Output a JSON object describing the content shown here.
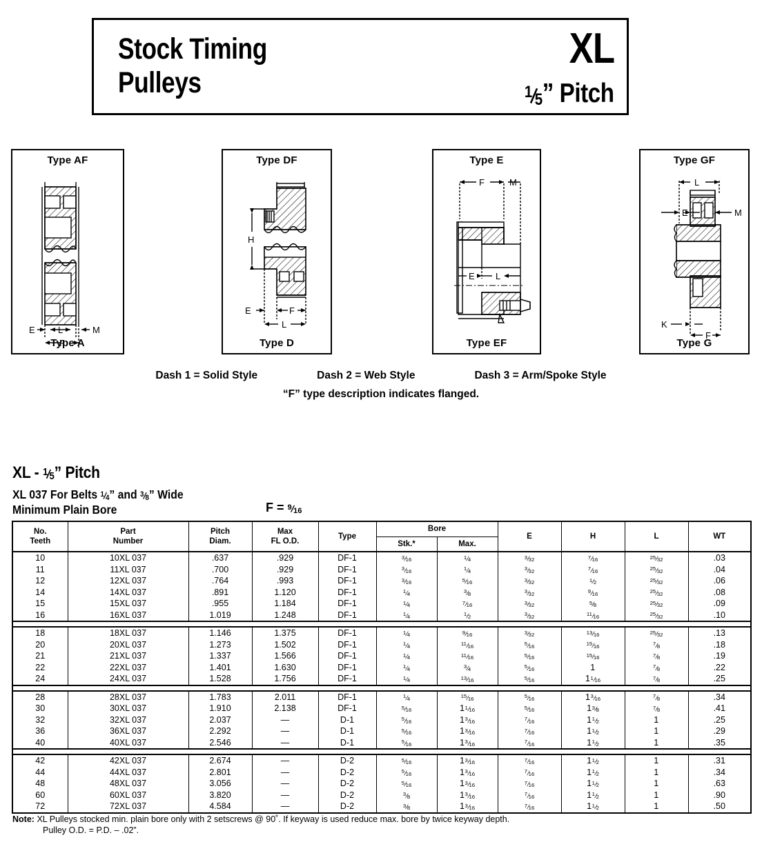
{
  "header": {
    "title": "Stock Timing\nPulleys",
    "code": "XL",
    "pitch_prefix": "",
    "pitch_num": "1",
    "pitch_den": "5",
    "pitch_suffix": "” Pitch"
  },
  "diagrams": [
    {
      "id": "af",
      "top_label": "Type AF",
      "bottom_label": "Type A",
      "dim_labels": [
        "E",
        "L",
        "M",
        "F"
      ]
    },
    {
      "id": "df",
      "top_label": "Type DF",
      "bottom_label": "Type D",
      "dim_labels": [
        "H",
        "E",
        "F",
        "L"
      ]
    },
    {
      "id": "e",
      "top_label": "Type E",
      "bottom_label": "Type EF",
      "dim_labels": [
        "F",
        "M",
        "E",
        "L"
      ]
    },
    {
      "id": "gf",
      "top_label": "Type GF",
      "bottom_label": "Type G",
      "dim_labels": [
        "L",
        "E",
        "M",
        "K",
        "F"
      ]
    }
  ],
  "dash_notes": {
    "dash1": "Dash 1 = Solid Style",
    "dash2": "Dash 2 = Web Style",
    "dash3": "Dash 3 = Arm/Spoke Style",
    "flange_note": "“F” type description indicates flanged."
  },
  "section": {
    "title_prefix": "XL - ",
    "title_num": "1",
    "title_den": "5",
    "title_suffix": "” Pitch",
    "sub1_a": "XL 037 For Belts ",
    "sub1_f1_n": "1",
    "sub1_f1_d": "4",
    "sub1_b": "” and ",
    "sub1_f2_n": "3",
    "sub1_f2_d": "8",
    "sub1_c": "” Wide",
    "sub2": "Minimum Plain Bore",
    "f_label": "F = ",
    "f_num": "9",
    "f_den": "16"
  },
  "table": {
    "headers": {
      "teeth": "No.\nTeeth",
      "part": "Part\nNumber",
      "pitch_diam": "Pitch\nDiam.",
      "max_fl_od": "Max\nFL O.D.",
      "type": "Type",
      "bore_group": "Bore",
      "bore_stk": "Stk.*",
      "bore_max": "Max.",
      "e": "E",
      "h": "H",
      "l": "L",
      "wt": "WT"
    },
    "groups": [
      {
        "rows": [
          {
            "teeth": "10",
            "part": "10XL 037",
            "pd": ".637",
            "fl": ".929",
            "type": "DF-1",
            "stk_n": "3",
            "stk_d": "16",
            "max_n": "1",
            "max_d": "4",
            "e_n": "3",
            "e_d": "32",
            "h_n": "7",
            "h_d": "16",
            "l_n": "25",
            "l_d": "32",
            "wt": ".03"
          },
          {
            "teeth": "11",
            "part": "11XL 037",
            "pd": ".700",
            "fl": ".929",
            "type": "DF-1",
            "stk_n": "3",
            "stk_d": "16",
            "max_n": "1",
            "max_d": "4",
            "e_n": "3",
            "e_d": "32",
            "h_n": "7",
            "h_d": "16",
            "l_n": "25",
            "l_d": "32",
            "wt": ".04"
          },
          {
            "teeth": "12",
            "part": "12XL 037",
            "pd": ".764",
            "fl": ".993",
            "type": "DF-1",
            "stk_n": "3",
            "stk_d": "16",
            "max_n": "5",
            "max_d": "16",
            "e_n": "3",
            "e_d": "32",
            "h_n": "1",
            "h_d": "2",
            "l_n": "25",
            "l_d": "32",
            "wt": ".06"
          },
          {
            "teeth": "14",
            "part": "14XL 037",
            "pd": ".891",
            "fl": "1.120",
            "type": "DF-1",
            "stk_n": "1",
            "stk_d": "4",
            "max_n": "3",
            "max_d": "8",
            "e_n": "3",
            "e_d": "32",
            "h_n": "9",
            "h_d": "16",
            "l_n": "25",
            "l_d": "32",
            "wt": ".08"
          },
          {
            "teeth": "15",
            "part": "15XL 037",
            "pd": ".955",
            "fl": "1.184",
            "type": "DF-1",
            "stk_n": "1",
            "stk_d": "4",
            "max_n": "7",
            "max_d": "16",
            "e_n": "3",
            "e_d": "32",
            "h_n": "5",
            "h_d": "8",
            "l_n": "25",
            "l_d": "32",
            "wt": ".09"
          },
          {
            "teeth": "16",
            "part": "16XL 037",
            "pd": "1.019",
            "fl": "1.248",
            "type": "DF-1",
            "stk_n": "1",
            "stk_d": "4",
            "max_n": "1",
            "max_d": "2",
            "e_n": "3",
            "e_d": "32",
            "h_n": "11",
            "h_d": "16",
            "l_n": "25",
            "l_d": "32",
            "wt": ".10"
          }
        ]
      },
      {
        "rows": [
          {
            "teeth": "18",
            "part": "18XL 037",
            "pd": "1.146",
            "fl": "1.375",
            "type": "DF-1",
            "stk_n": "1",
            "stk_d": "4",
            "max_n": "9",
            "max_d": "16",
            "e_n": "3",
            "e_d": "32",
            "h_n": "13",
            "h_d": "16",
            "l_n": "25",
            "l_d": "32",
            "wt": ".13"
          },
          {
            "teeth": "20",
            "part": "20XL 037",
            "pd": "1.273",
            "fl": "1.502",
            "type": "DF-1",
            "stk_n": "1",
            "stk_d": "4",
            "max_n": "11",
            "max_d": "16",
            "e_n": "5",
            "e_d": "16",
            "h_n": "15",
            "h_d": "16",
            "l_n": "7",
            "l_d": "8",
            "wt": ".18"
          },
          {
            "teeth": "21",
            "part": "21XL 037",
            "pd": "1.337",
            "fl": "1.566",
            "type": "DF-1",
            "stk_n": "1",
            "stk_d": "4",
            "max_n": "11",
            "max_d": "16",
            "e_n": "5",
            "e_d": "16",
            "h_n": "15",
            "h_d": "16",
            "l_n": "7",
            "l_d": "8",
            "wt": ".19"
          },
          {
            "teeth": "22",
            "part": "22XL 037",
            "pd": "1.401",
            "fl": "1.630",
            "type": "DF-1",
            "stk_n": "1",
            "stk_d": "4",
            "max_n": "3",
            "max_d": "4",
            "e_n": "5",
            "e_d": "16",
            "h_w": "1",
            "l_n": "7",
            "l_d": "8",
            "wt": ".22"
          },
          {
            "teeth": "24",
            "part": "24XL 037",
            "pd": "1.528",
            "fl": "1.756",
            "type": "DF-1",
            "stk_n": "1",
            "stk_d": "4",
            "max_n": "13",
            "max_d": "16",
            "e_n": "5",
            "e_d": "16",
            "h_w": "1",
            "h_n": "1",
            "h_d": "16",
            "l_n": "7",
            "l_d": "8",
            "wt": ".25"
          }
        ]
      },
      {
        "rows": [
          {
            "teeth": "28",
            "part": "28XL 037",
            "pd": "1.783",
            "fl": "2.011",
            "type": "DF-1",
            "stk_n": "1",
            "stk_d": "4",
            "max_n": "15",
            "max_d": "16",
            "e_n": "5",
            "e_d": "16",
            "h_w": "1",
            "h_n": "3",
            "h_d": "16",
            "l_n": "7",
            "l_d": "8",
            "wt": ".34"
          },
          {
            "teeth": "30",
            "part": "30XL 037",
            "pd": "1.910",
            "fl": "2.138",
            "type": "DF-1",
            "stk_n": "5",
            "stk_d": "16",
            "max_w": "1",
            "max_n": "1",
            "max_d": "16",
            "e_n": "5",
            "e_d": "16",
            "h_w": "1",
            "h_n": "3",
            "h_d": "8",
            "l_n": "7",
            "l_d": "8",
            "wt": ".41"
          },
          {
            "teeth": "32",
            "part": "32XL 037",
            "pd": "2.037",
            "fl": "—",
            "type": "D-1",
            "stk_n": "5",
            "stk_d": "16",
            "max_w": "1",
            "max_n": "3",
            "max_d": "16",
            "e_n": "7",
            "e_d": "16",
            "h_w": "1",
            "h_n": "1",
            "h_d": "2",
            "l_w": "1",
            "wt": ".25"
          },
          {
            "teeth": "36",
            "part": "36XL 037",
            "pd": "2.292",
            "fl": "—",
            "type": "D-1",
            "stk_n": "5",
            "stk_d": "16",
            "max_w": "1",
            "max_n": "3",
            "max_d": "16",
            "e_n": "7",
            "e_d": "16",
            "h_w": "1",
            "h_n": "1",
            "h_d": "2",
            "l_w": "1",
            "wt": ".29"
          },
          {
            "teeth": "40",
            "part": "40XL 037",
            "pd": "2.546",
            "fl": "—",
            "type": "D-1",
            "stk_n": "5",
            "stk_d": "16",
            "max_w": "1",
            "max_n": "3",
            "max_d": "16",
            "e_n": "7",
            "e_d": "16",
            "h_w": "1",
            "h_n": "1",
            "h_d": "2",
            "l_w": "1",
            "wt": ".35"
          }
        ]
      },
      {
        "rows": [
          {
            "teeth": "42",
            "part": "42XL 037",
            "pd": "2.674",
            "fl": "—",
            "type": "D-2",
            "stk_n": "5",
            "stk_d": "16",
            "max_w": "1",
            "max_n": "3",
            "max_d": "16",
            "e_n": "7",
            "e_d": "16",
            "h_w": "1",
            "h_n": "1",
            "h_d": "2",
            "l_w": "1",
            "wt": ".31"
          },
          {
            "teeth": "44",
            "part": "44XL 037",
            "pd": "2.801",
            "fl": "—",
            "type": "D-2",
            "stk_n": "5",
            "stk_d": "16",
            "max_w": "1",
            "max_n": "3",
            "max_d": "16",
            "e_n": "7",
            "e_d": "16",
            "h_w": "1",
            "h_n": "1",
            "h_d": "2",
            "l_w": "1",
            "wt": ".34"
          },
          {
            "teeth": "48",
            "part": "48XL 037",
            "pd": "3.056",
            "fl": "—",
            "type": "D-2",
            "stk_n": "5",
            "stk_d": "16",
            "max_w": "1",
            "max_n": "3",
            "max_d": "16",
            "e_n": "7",
            "e_d": "16",
            "h_w": "1",
            "h_n": "1",
            "h_d": "2",
            "l_w": "1",
            "wt": ".63"
          },
          {
            "teeth": "60",
            "part": "60XL 037",
            "pd": "3.820",
            "fl": "—",
            "type": "D-2",
            "stk_n": "3",
            "stk_d": "8",
            "max_w": "1",
            "max_n": "3",
            "max_d": "16",
            "e_n": "7",
            "e_d": "16",
            "h_w": "1",
            "h_n": "1",
            "h_d": "2",
            "l_w": "1",
            "wt": ".90"
          },
          {
            "teeth": "72",
            "part": "72XL 037",
            "pd": "4.584",
            "fl": "—",
            "type": "D-2",
            "stk_n": "3",
            "stk_d": "8",
            "max_w": "1",
            "max_n": "3",
            "max_d": "16",
            "e_n": "7",
            "e_d": "16",
            "h_w": "1",
            "h_n": "1",
            "h_d": "2",
            "l_w": "1",
            "wt": ".50"
          }
        ]
      }
    ]
  },
  "note": {
    "label": "Note:",
    "line1": "XL Pulleys stocked min. plain bore only with 2 setscrews @ 90˚. If keyway is used reduce max. bore by twice keyway depth.",
    "line2": "Pulley O.D. = P.D. – .02”."
  }
}
